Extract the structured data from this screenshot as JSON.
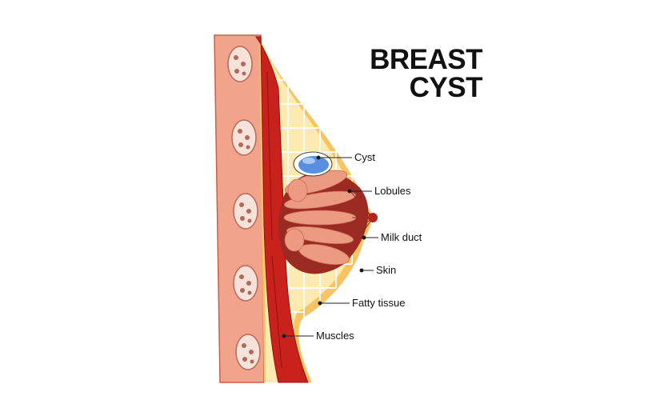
{
  "title": {
    "line1": "BREAST",
    "line2": "CYST"
  },
  "labels": {
    "cyst": "Cyst",
    "lobules": "Lobules",
    "milk_duct": "Milk duct",
    "skin": "Skin",
    "fatty_tissue": "Fatty tissue",
    "muscles": "Muscles"
  },
  "colors": {
    "chest_wall": "#f1a38b",
    "muscle": "#c9221c",
    "fat": "#fdeab0",
    "skin": "#f6c463",
    "lobule": "#ec9b82",
    "duct": "#9a2a22",
    "cyst": "#5a8fe0"
  }
}
